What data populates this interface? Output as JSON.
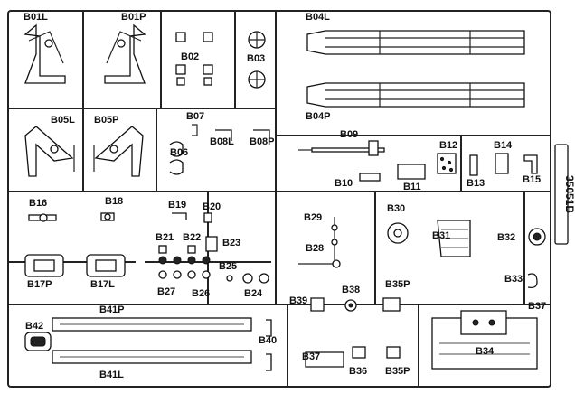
{
  "sheet": {
    "code": "35051B",
    "parts": {
      "B01L": "B01L",
      "B01P": "B01P",
      "B02": "B02",
      "B03": "B03",
      "B04L": "B04L",
      "B04P": "B04P",
      "B05L": "B05L",
      "B05P": "B05P",
      "B06": "B06",
      "B07": "B07",
      "B08L": "B08L",
      "B08P": "B08P",
      "B09": "B09",
      "B10": "B10",
      "B11": "B11",
      "B12": "B12",
      "B13": "B13",
      "B14": "B14",
      "B15": "B15",
      "B16": "B16",
      "B17L": "B17L",
      "B17P": "B17P",
      "B18": "B18",
      "B19": "B19",
      "B20": "B20",
      "B21": "B21",
      "B22": "B22",
      "B23": "B23",
      "B24": "B24",
      "B25": "B25",
      "B26": "B26",
      "B27": "B27",
      "B28": "B28",
      "B29": "B29",
      "B30": "B30",
      "B31": "B31",
      "B32": "B32",
      "B33": "B33",
      "B34": "B34",
      "B35P": "B35P",
      "B35P_2": "B35P",
      "B36": "B36",
      "B37": "B37",
      "B37_2": "B37",
      "B38": "B38",
      "B39": "B39",
      "B40": "B40",
      "B41L": "B41L",
      "B41P": "B41P",
      "B42": "B42"
    }
  }
}
